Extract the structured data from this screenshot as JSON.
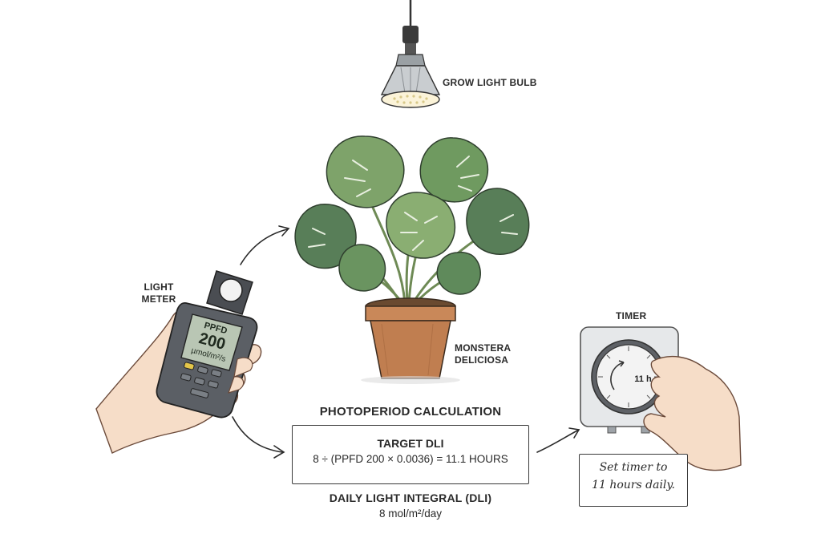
{
  "labels": {
    "grow_light": "GROW LIGHT BULB",
    "light_meter_line1": "LIGHT",
    "light_meter_line2": "METER",
    "plant_line1": "MONSTERA",
    "plant_line2": "DELICIOSA",
    "timer": "TIMER"
  },
  "meter": {
    "reading_label": "PPFD",
    "reading_value": "200",
    "reading_unit": "µmol/m²/s"
  },
  "timer_dial": {
    "hours_text": "11 h"
  },
  "calculation": {
    "heading": "PHOTOPERIOD CALCULATION",
    "box_title": "TARGET DLI",
    "formula": "8 ÷ (PPFD 200 × 0.0036) = 11.1 HOURS",
    "dli_title": "DAILY LIGHT INTEGRAL (DLI)",
    "dli_value": "8 mol/m²/day"
  },
  "note": {
    "line1": "Set timer to",
    "line2": "11 hours daily."
  }
}
